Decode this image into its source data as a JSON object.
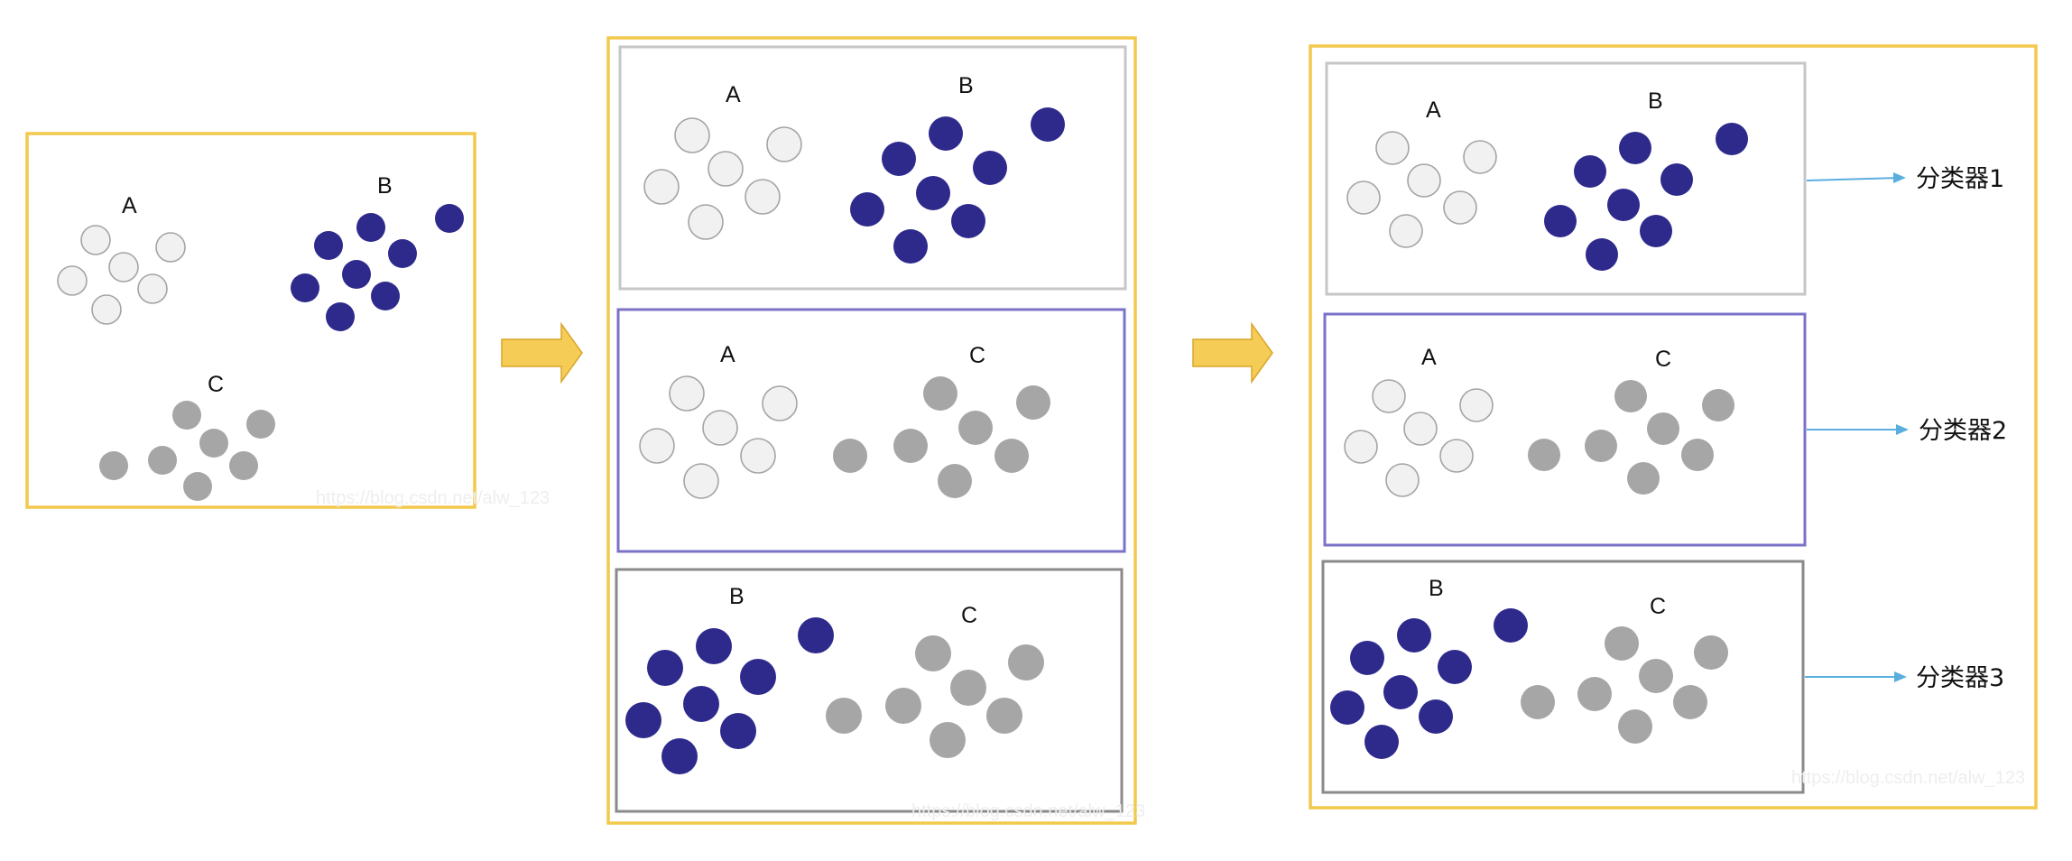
{
  "colors": {
    "outer_border": "#f2c94c",
    "arrow_fill": "#f5cc55",
    "class_A_fill": "#f1f1f1",
    "class_A_stroke": "#a4a4a4",
    "class_B_fill": "#2e2a8c",
    "class_C_fill": "#a6a6a6",
    "panel_AB_border": "#c6c6c6",
    "panel_AC_border": "#7b72c8",
    "panel_BC_border": "#8a8a8a",
    "classifier_arrow": "#5aaede"
  },
  "stages": {
    "original": {
      "labels": {
        "A": "A",
        "B": "B",
        "C": "C"
      }
    },
    "pairs": [
      {
        "labels": [
          "A",
          "B"
        ]
      },
      {
        "labels": [
          "A",
          "C"
        ]
      },
      {
        "labels": [
          "B",
          "C"
        ]
      }
    ],
    "classifiers": [
      {
        "labels": [
          "A",
          "B"
        ],
        "classifier": "分类器1"
      },
      {
        "labels": [
          "A",
          "C"
        ],
        "classifier": "分类器2"
      },
      {
        "labels": [
          "B",
          "C"
        ],
        "classifier": "分类器3"
      }
    ]
  },
  "watermarks": {
    "stage1": "https://blog.csdn.net/alw_123",
    "stage2": "https://blog.csdn.net/alw_123",
    "stage3": "https://blog.csdn.net/alw_123"
  },
  "icons": {
    "stage_arrow": "right-arrow-icon",
    "classifier_arrow": "thin-right-arrow-icon"
  }
}
